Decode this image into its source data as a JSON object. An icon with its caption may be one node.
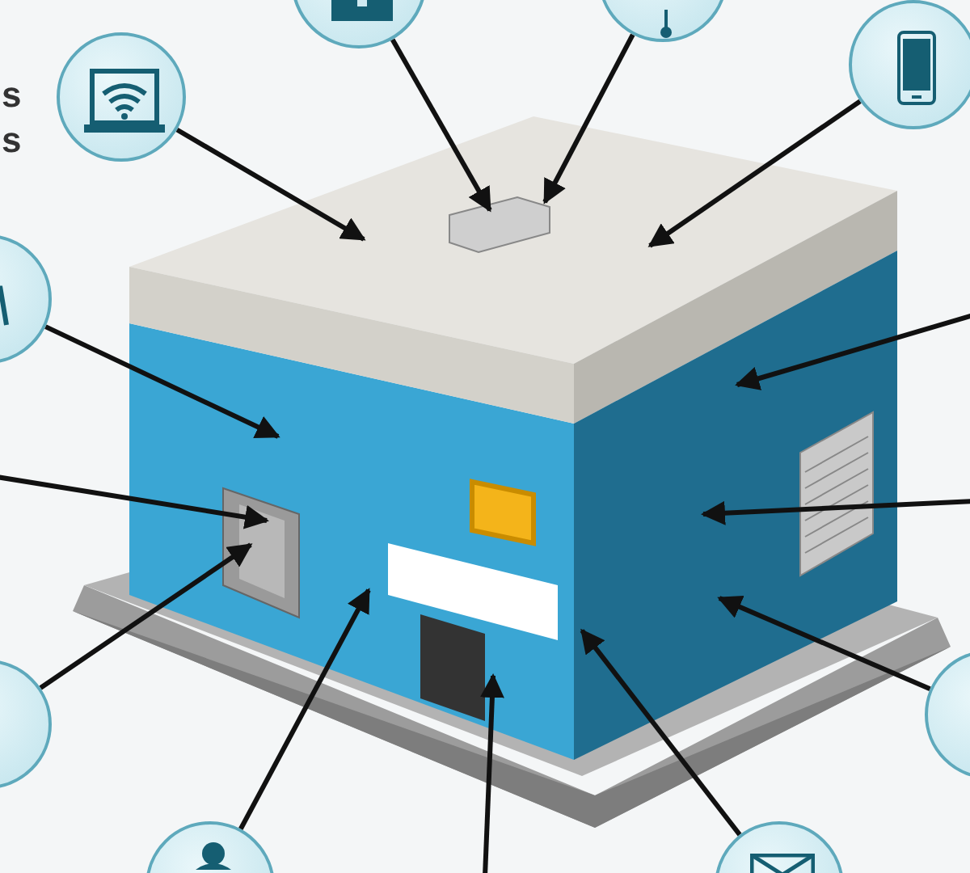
{
  "diagram": {
    "nodes": [
      {
        "text": [],
        "shape": "circle"
      },
      {
        "text": [],
        "shape": "circle"
      },
      {
        "text": [],
        "shape": "circle"
      },
      {
        "text": [],
        "shape": "circle"
      },
      {
        "text": [],
        "shape": "circle"
      },
      {
        "text": [],
        "shape": "circle"
      },
      {
        "text": [],
        "shape": "circle"
      },
      {
        "text": [],
        "shape": "circle"
      },
      {
        "text": [],
        "shape": "circle"
      },
      {
        "text": [],
        "shape": "box"
      },
      {
        "text": [],
        "shape": "box"
      },
      {
        "text": [],
        "shape": "box"
      }
    ],
    "edges": [
      {
        "from": 0,
        "to": null,
        "arrow": "to"
      },
      {
        "from": 1,
        "to": null,
        "arrow": "to"
      },
      {
        "from": 3,
        "to": null,
        "arrow": "to"
      },
      {
        "from": 2,
        "to": null,
        "arrow": "to"
      },
      {
        "from": 4,
        "to": null,
        "arrow": "to"
      },
      {
        "from": null,
        "to": 9,
        "arrow": "to"
      },
      {
        "from": null,
        "to": 10,
        "arrow": "to"
      },
      {
        "from": null,
        "to": 9,
        "arrow": "to"
      },
      {
        "from": 5,
        "to": 10,
        "arrow": "to"
      },
      {
        "from": 6,
        "to": 9,
        "arrow": "to"
      },
      {
        "from": 7,
        "to": null,
        "arrow": "to"
      },
      {
        "from": null,
        "to": 11,
        "arrow": "to"
      },
      {
        "from": 8,
        "to": 9,
        "arrow": "to"
      }
    ],
    "labels": [
      "s",
      "s"
    ]
  }
}
